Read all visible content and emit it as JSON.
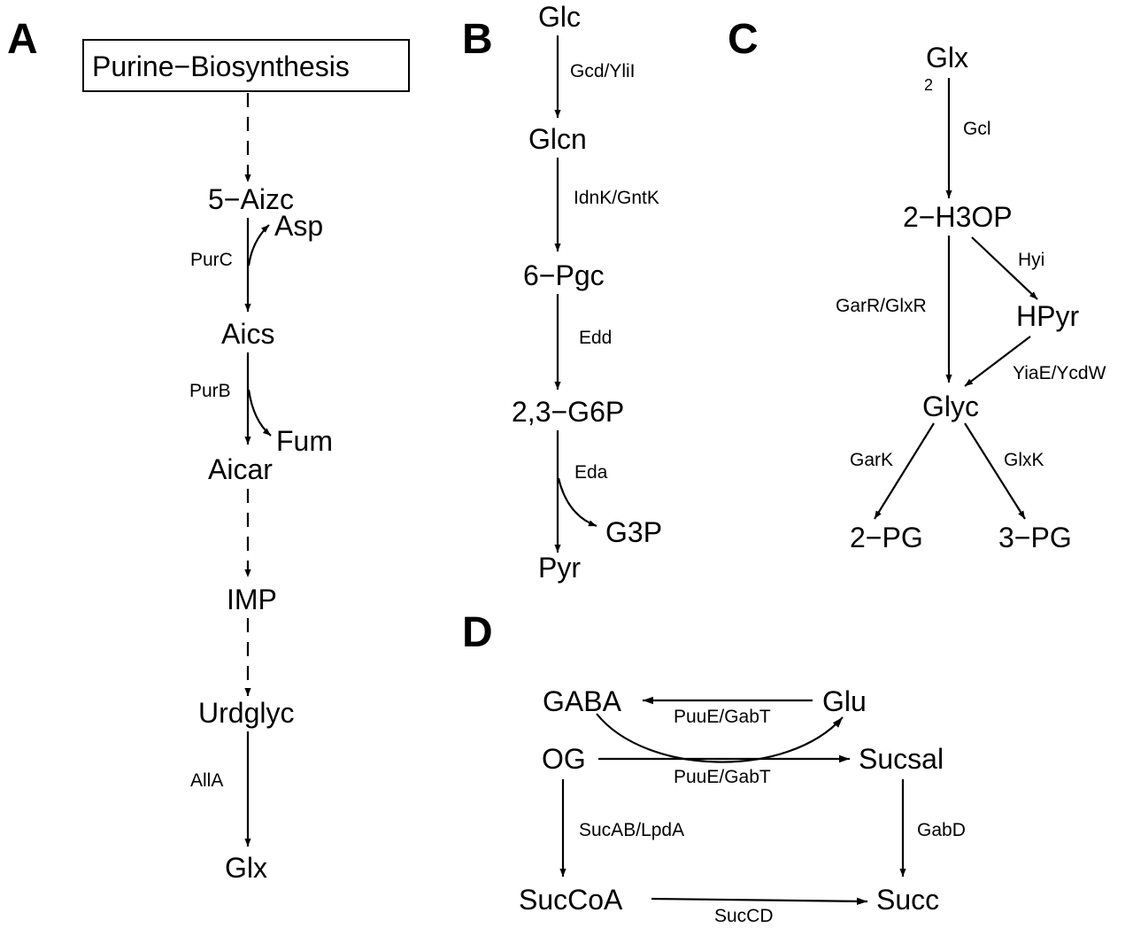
{
  "panels": {
    "a": {
      "letter": "A",
      "box_label": "Purine−Biosynthesis",
      "metabolites": {
        "aizc": "5−Aizc",
        "asp": "Asp",
        "aics": "Aics",
        "fum": "Fum",
        "aicar": "Aicar",
        "imp": "IMP",
        "urdglyc": "Urdglyc",
        "glx": "Glx"
      },
      "enzymes": {
        "purc": "PurC",
        "purb": "PurB",
        "alla": "AllA"
      }
    },
    "b": {
      "letter": "B",
      "metabolites": {
        "glc": "Glc",
        "glcn": "Glcn",
        "pgc": "6−Pgc",
        "g6p": "2,3−G6P",
        "g3p": "G3P",
        "pyr": "Pyr"
      },
      "enzymes": {
        "gcd": "Gcd/YliI",
        "idnk": "IdnK/GntK",
        "edd": "Edd",
        "eda": "Eda"
      }
    },
    "c": {
      "letter": "C",
      "metabolites": {
        "glx": "Glx",
        "glx_sub": "2",
        "h3op": "2−H3OP",
        "hpyr": "HPyr",
        "glyc": "Glyc",
        "pg2": "2−PG",
        "pg3": "3−PG"
      },
      "enzymes": {
        "gcl": "Gcl",
        "hyi": "Hyi",
        "garr": "GarR/GlxR",
        "yiae": "YiaE/YcdW",
        "gark": "GarK",
        "glxk": "GlxK"
      }
    },
    "d": {
      "letter": "D",
      "metabolites": {
        "gaba": "GABA",
        "glu": "Glu",
        "og": "OG",
        "sucsal": "Sucsal",
        "succoa": "SucCoA",
        "succ": "Succ"
      },
      "enzymes": {
        "puue1": "PuuE/GabT",
        "puue2": "PuuE/GabT",
        "sucab": "SucAB/LpdA",
        "gabd": "GabD",
        "succd": "SucCD"
      }
    }
  }
}
